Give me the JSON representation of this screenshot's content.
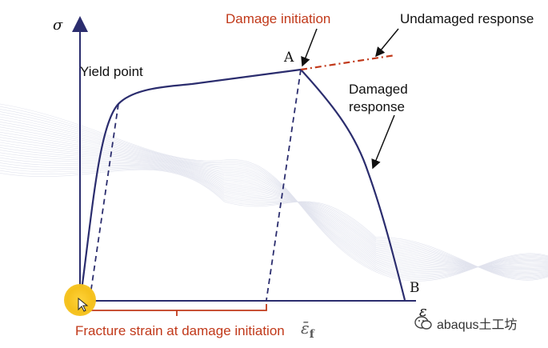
{
  "symbols": {
    "sigma": "σ",
    "epsilon": "ε",
    "epsilon_f_bar": "ε̄",
    "f_sub": "f"
  },
  "labels": {
    "yield_point": "Yield point",
    "damage_initiation": "Damage initiation",
    "undamaged_response": "Undamaged response",
    "damaged_response_line1": "Damaged",
    "damaged_response_line2": "response",
    "point_a": "A",
    "point_b": "B",
    "fracture_strain": "Fracture strain at damage initiation"
  },
  "watermark": {
    "text": "abaqus土工坊",
    "icon": "wechat-icon"
  },
  "colors": {
    "curve": "#2b2d6e",
    "accent_red": "#c1391a",
    "axis": "#2b2d6e",
    "cursor_highlight": "#f5c11c"
  }
}
